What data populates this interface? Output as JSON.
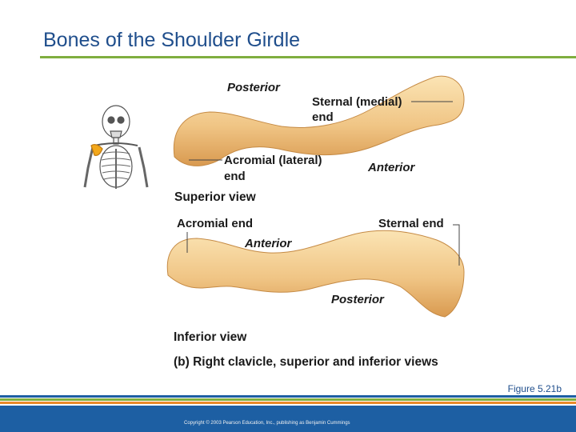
{
  "slide": {
    "title": "Bones of the Shoulder Girdle",
    "figure_number": "Figure 5.21b",
    "copyright": "Copyright © 2003 Pearson Education, Inc., publishing as Benjamin Cummings"
  },
  "superior_view": {
    "label_posterior": "Posterior",
    "label_sternal_line1": "Sternal (medial)",
    "label_sternal_line2": "end",
    "label_acromial_line1": "Acromial (lateral)",
    "label_acromial_line2": "end",
    "label_anterior": "Anterior",
    "view_title": "Superior view"
  },
  "inferior_view": {
    "label_acromial_end": "Acromial end",
    "label_sternal_end": "Sternal end",
    "label_anterior": "Anterior",
    "label_posterior": "Posterior",
    "view_title": "Inferior view"
  },
  "caption": "(b) Right clavicle, superior and inferior views",
  "colors": {
    "title": "#1f4e8c",
    "rule": "#7fae3f",
    "bone_fill": "#f0c585",
    "bone_edge": "#c58a44",
    "highlight": "#f3a81b",
    "stripe_blue": "#1d5fa3",
    "stripe_green": "#7fae3f",
    "stripe_orange": "#e98a2a"
  }
}
